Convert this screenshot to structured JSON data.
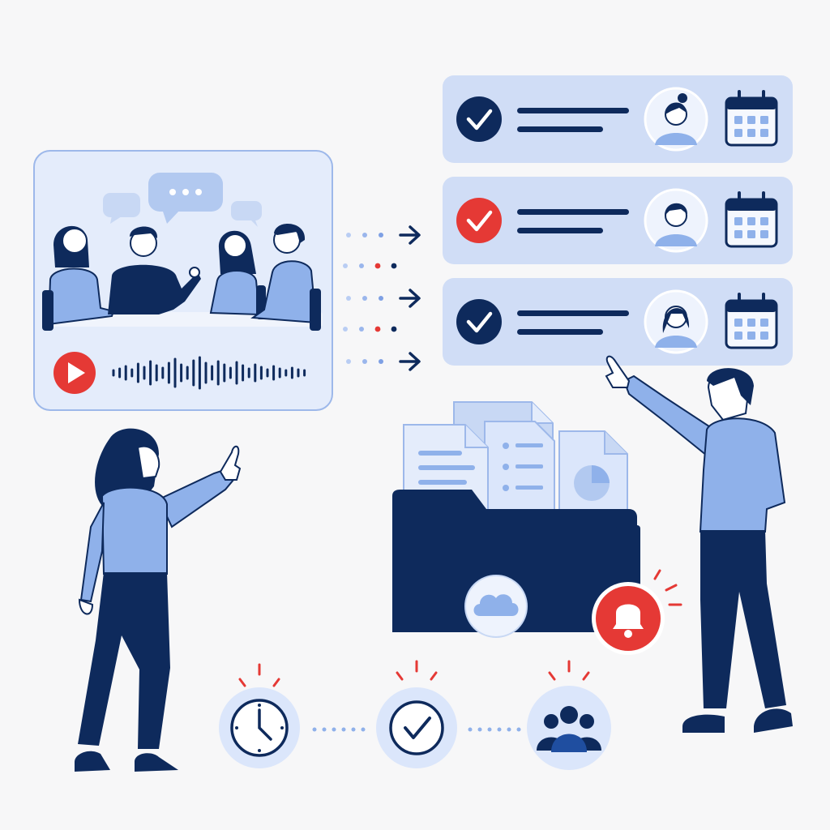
{
  "palette": {
    "navy": "#0e2a5c",
    "accent_blue": "#8fb1ea",
    "light_blue": "#dbe6fb",
    "red": "#e53935",
    "background": "#f7f7f8"
  },
  "meeting_panel": {
    "icons": [
      "speech-bubble-icon",
      "play-icon",
      "audio-waveform-icon"
    ]
  },
  "connector": {
    "arrow_count": 3,
    "dot_rows": 5
  },
  "tasks": [
    {
      "status": "done",
      "check_color": "#0e2a5c",
      "assignee": "woman-with-bun-avatar",
      "icon": "calendar-icon"
    },
    {
      "status": "urgent",
      "check_color": "#e53935",
      "assignee": "man-avatar",
      "icon": "calendar-icon"
    },
    {
      "status": "done",
      "check_color": "#0e2a5c",
      "assignee": "woman-long-hair-avatar",
      "icon": "calendar-icon"
    }
  ],
  "folder": {
    "icons": [
      "document-icon",
      "checklist-icon",
      "pie-chart-icon",
      "cloud-icon",
      "bell-icon"
    ]
  },
  "timeline": {
    "steps": [
      "clock-icon",
      "check-circle-icon",
      "team-icon"
    ]
  }
}
